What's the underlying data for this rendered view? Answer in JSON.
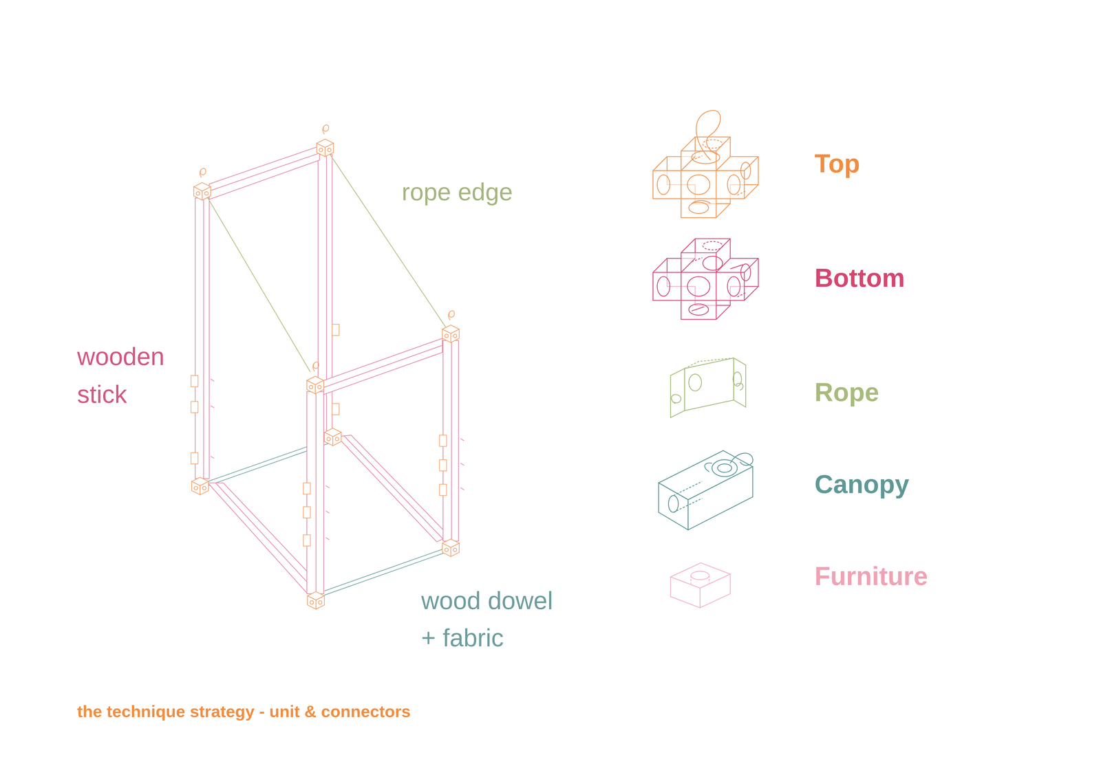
{
  "diagram": {
    "caption": "the technique strategy - unit & connectors",
    "labels": [
      "rope edge",
      "wooden stick",
      "wood dowel + fabric"
    ],
    "legend": [
      {
        "text": "Top"
      },
      {
        "text": "Bottom"
      },
      {
        "text": "Rope"
      },
      {
        "text": "Canopy"
      },
      {
        "text": "Furniture"
      }
    ]
  }
}
